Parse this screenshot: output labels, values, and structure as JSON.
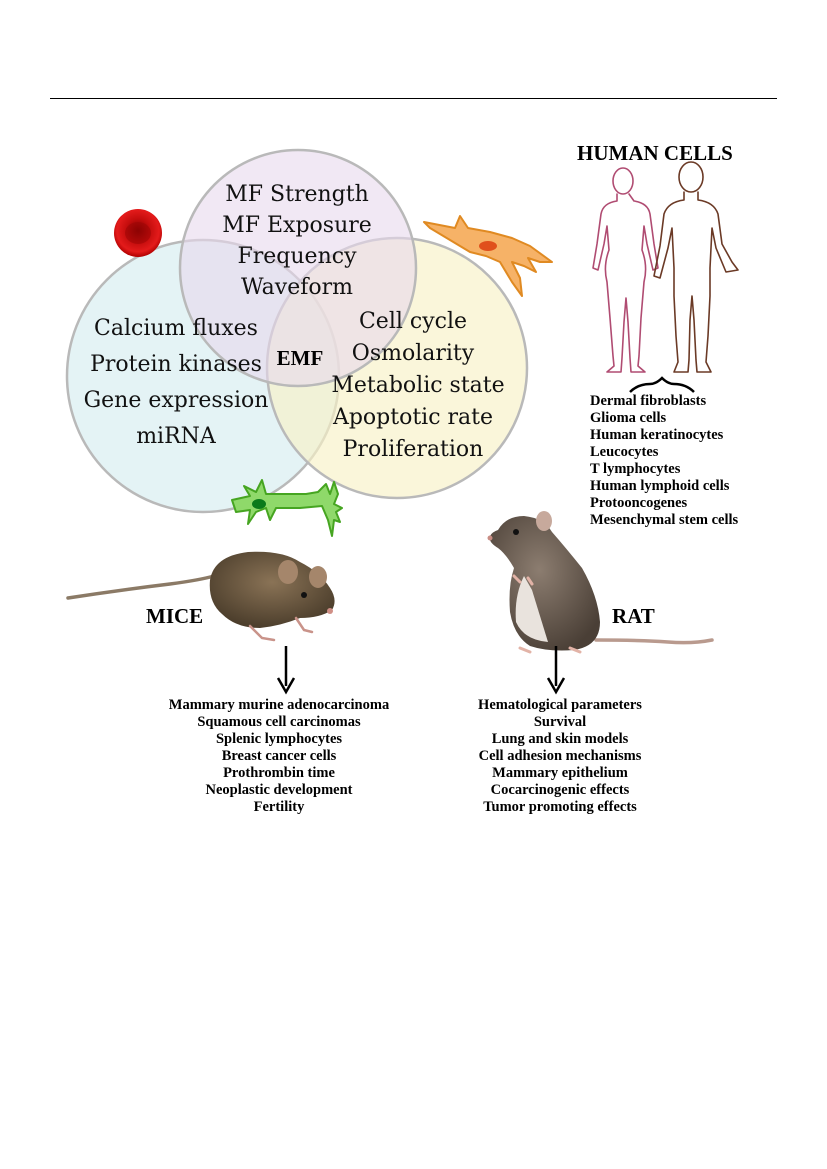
{
  "venn": {
    "top": [
      "MF Strength",
      "MF Exposure",
      "Frequency",
      "Waveform"
    ],
    "left": [
      "Calcium fluxes",
      "Protein kinases",
      "Gene expression",
      "miRNA"
    ],
    "right": [
      "Cell cycle",
      "Osmolarity",
      "Metabolic state",
      "Apoptotic rate",
      "Proliferation"
    ],
    "center": "EMF",
    "colors": {
      "top": "#e8d8ec",
      "left": "#d6ecef",
      "right": "#f8f1c6",
      "outline": "#b9b9b9"
    }
  },
  "human": {
    "title": "HUMAN CELLS",
    "items": [
      "Dermal fibroblasts",
      "Glioma cells",
      "Human keratinocytes",
      "Leucocytes",
      "T lymphocytes",
      "Human lymphoid cells",
      "Protooncogenes",
      "Mesenchymal stem cells"
    ]
  },
  "mice": {
    "title": "MICE",
    "items": [
      "Mammary murine adenocarcinoma",
      "Squamous cell carcinomas",
      "Splenic lymphocytes",
      "Breast cancer cells",
      "Prothrombin time",
      "Neoplastic development",
      "Fertility"
    ]
  },
  "rat": {
    "title": "RAT",
    "items": [
      "Hematological parameters",
      "Survival",
      "Lung and skin models",
      "Cell adhesion mechanisms",
      "Mammary epithelium",
      "Cocarcinogenic effects",
      "Tumor promoting effects"
    ]
  }
}
